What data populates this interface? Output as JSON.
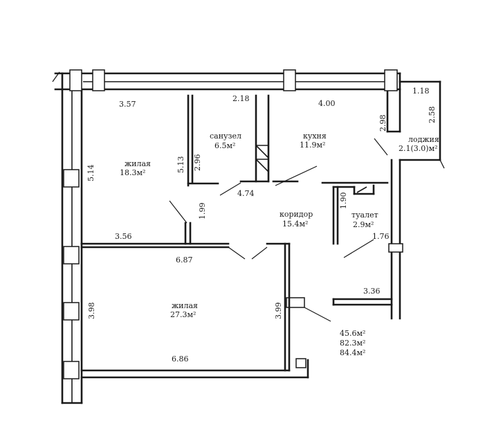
{
  "rooms": {
    "living1": {
      "name": "жилая",
      "area": "18.3м²"
    },
    "bathroom": {
      "name": "санузел",
      "area": "6.5м²"
    },
    "kitchen": {
      "name": "кухня",
      "area": "11.9м²"
    },
    "loggia": {
      "name": "лоджия",
      "area": "2.1(3.0)м²"
    },
    "corridor": {
      "name": "коридор",
      "area": "15.4м²"
    },
    "toilet": {
      "name": "туалет",
      "area": "2.9м²"
    },
    "living2": {
      "name": "жилая",
      "area": "27.3м²"
    }
  },
  "dimensions": {
    "d357": "3.57",
    "d218": "2.18",
    "d400": "4.00",
    "d118": "1.18",
    "d298": "2.98",
    "d258": "2.58",
    "d514": "5.14",
    "d513": "5.13",
    "d296": "2.96",
    "d474": "4.74",
    "d199": "1.99",
    "d190": "1.90",
    "d176": "1.76",
    "d356": "3.56",
    "d687": "6.87",
    "d336": "3.36",
    "d398": "3.98",
    "d399": "3.99",
    "d686": "6.86"
  },
  "totals": {
    "living": "45.6м²",
    "total": "82.3м²",
    "total_with_loggia": "84.4м²"
  }
}
